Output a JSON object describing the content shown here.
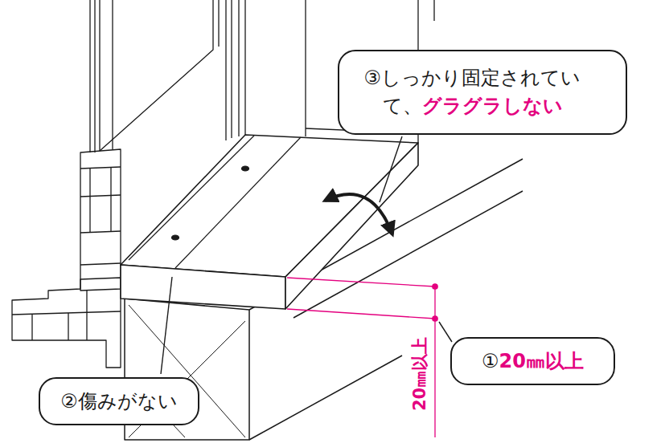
{
  "diagram": {
    "nodes": [
      {
        "text": [
          "③しっかり固定されていて、",
          "グラグラしない"
        ]
      },
      {
        "text": [
          "①",
          "20㎜以上"
        ]
      },
      {
        "text": [
          "②傷みがない"
        ]
      }
    ],
    "labels": [
      "20㎜以上"
    ]
  }
}
